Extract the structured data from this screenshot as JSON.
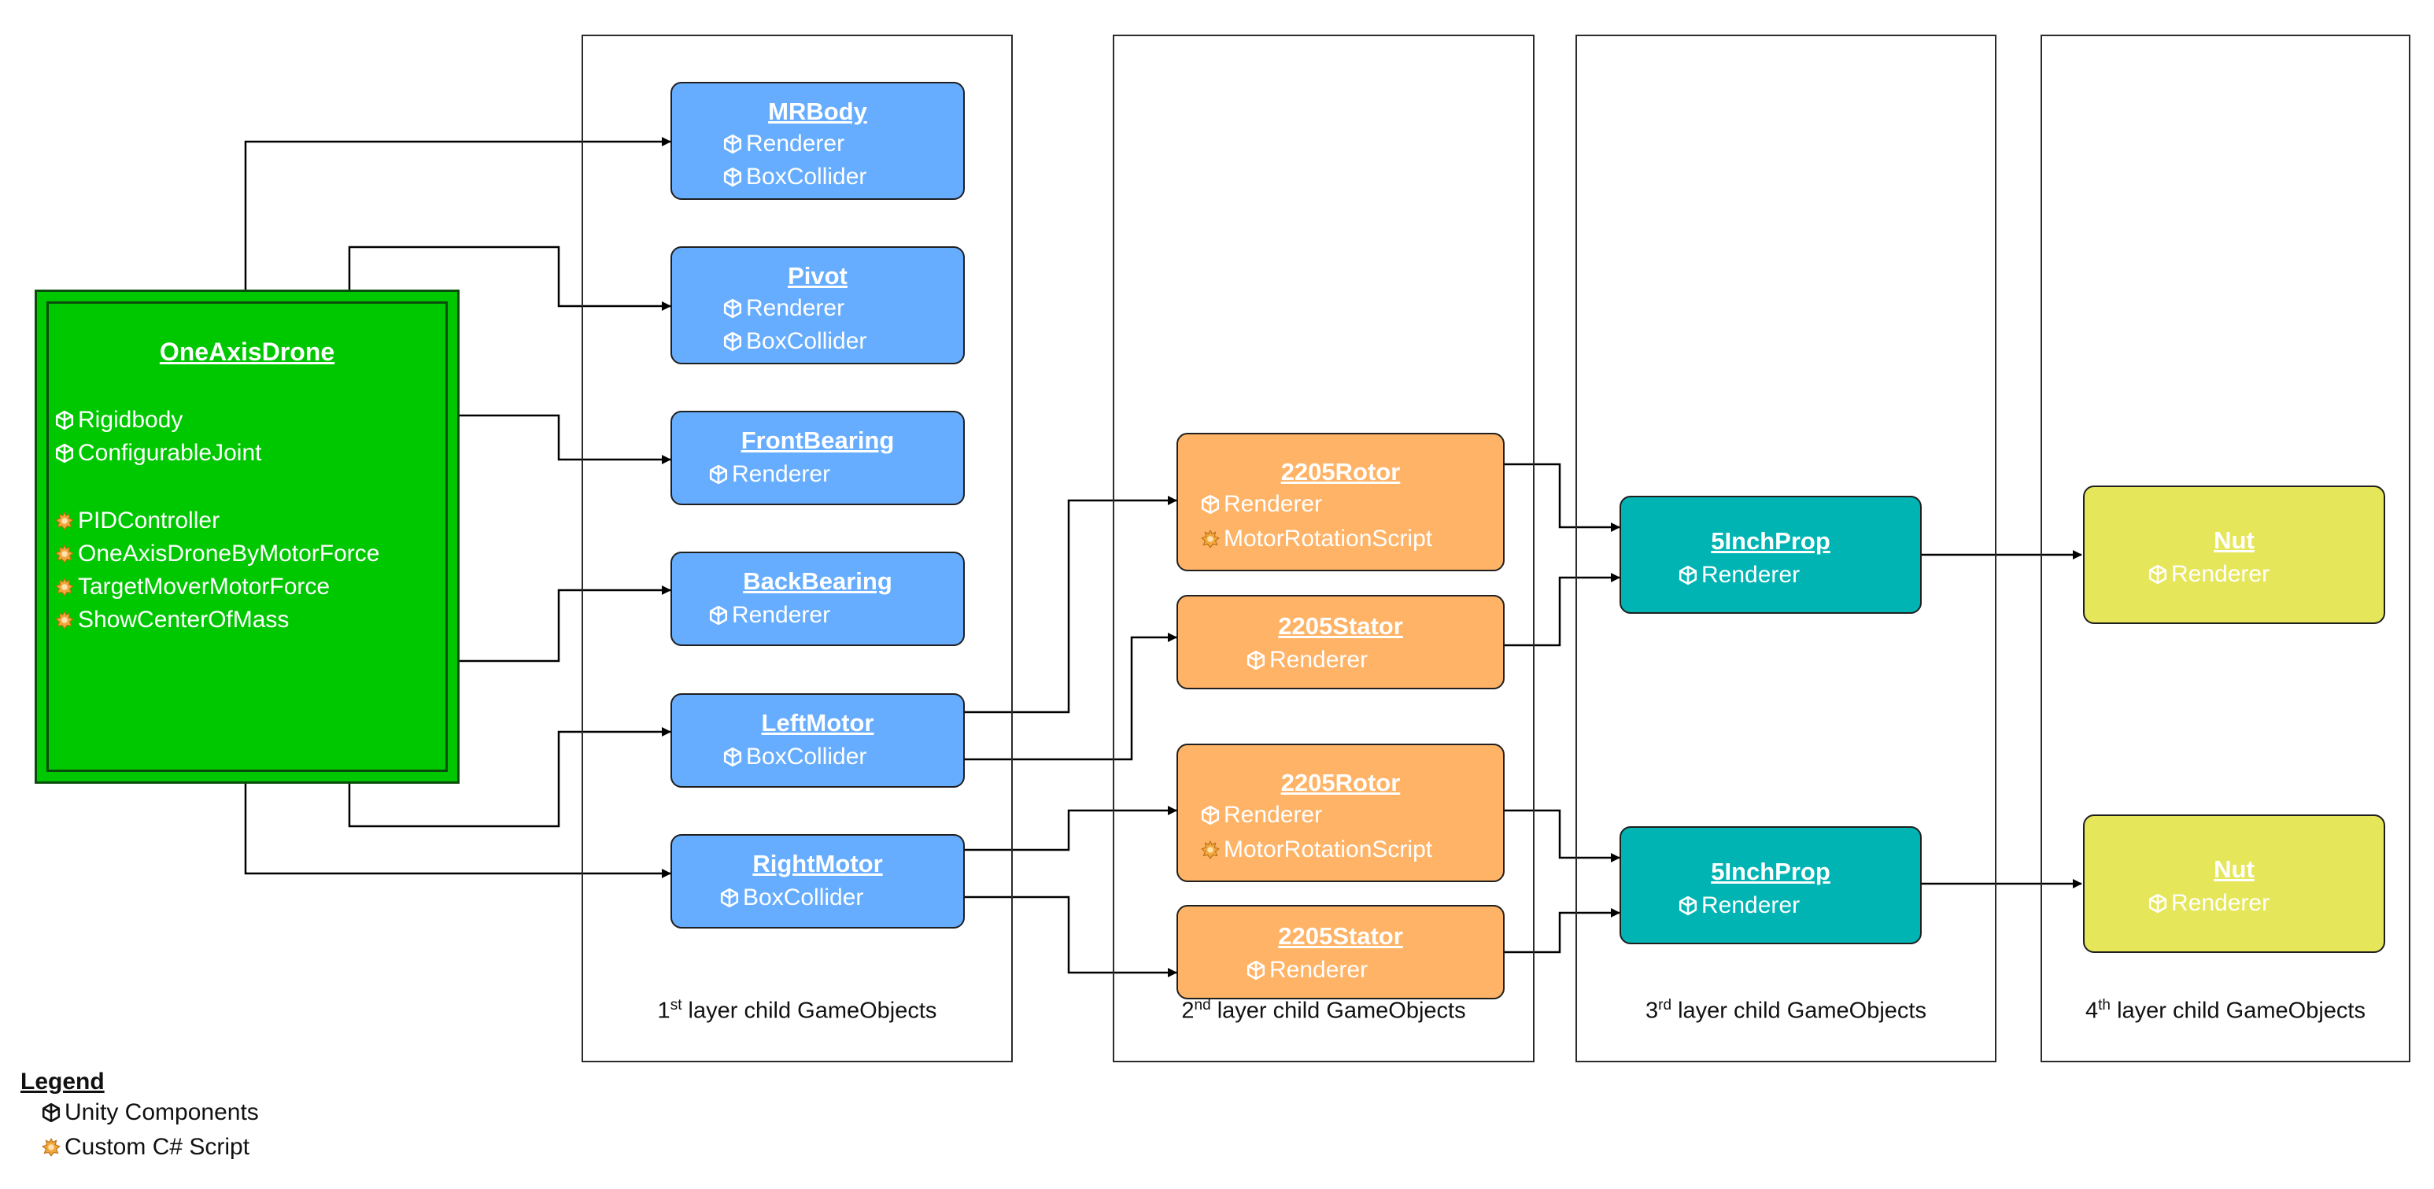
{
  "root": {
    "name": "OneAxisDrone",
    "components": [
      "Rigidbody",
      "ConfigurableJoint"
    ],
    "scripts": [
      "PIDController",
      "OneAxisDroneByMotorForce",
      "TargetMoverMotorForce",
      "ShowCenterOfMass"
    ]
  },
  "layers": [
    {
      "caption_pre": "1",
      "caption_sup": "st",
      "caption_post": " layer child GameObjects"
    },
    {
      "caption_pre": "2",
      "caption_sup": "nd",
      "caption_post": " layer child GameObjects"
    },
    {
      "caption_pre": "3",
      "caption_sup": "rd",
      "caption_post": " layer child GameObjects"
    },
    {
      "caption_pre": "4",
      "caption_sup": "th",
      "caption_post": " layer child GameObjects"
    }
  ],
  "layer1": [
    {
      "name": "MRBody",
      "items": [
        "Renderer",
        "BoxCollider"
      ]
    },
    {
      "name": "Pivot",
      "items": [
        "Renderer",
        "BoxCollider"
      ]
    },
    {
      "name": "FrontBearing",
      "items": [
        "Renderer"
      ]
    },
    {
      "name": "BackBearing",
      "items": [
        "Renderer"
      ]
    },
    {
      "name": "LeftMotor",
      "items": [
        "BoxCollider"
      ]
    },
    {
      "name": "RightMotor",
      "items": [
        "BoxCollider"
      ]
    }
  ],
  "layer2": [
    {
      "name": "2205Rotor",
      "items": [
        "Renderer",
        "MotorRotationScript"
      ]
    },
    {
      "name": "2205Stator",
      "items": [
        "Renderer"
      ]
    },
    {
      "name": "2205Rotor",
      "items": [
        "Renderer",
        "MotorRotationScript"
      ]
    },
    {
      "name": "2205Stator",
      "items": [
        "Renderer"
      ]
    }
  ],
  "layer3": [
    {
      "name": "5InchProp",
      "items": [
        "Renderer"
      ]
    },
    {
      "name": "5InchProp",
      "items": [
        "Renderer"
      ]
    }
  ],
  "layer4": [
    {
      "name": "Nut",
      "items": [
        "Renderer"
      ]
    },
    {
      "name": "Nut",
      "items": [
        "Renderer"
      ]
    }
  ],
  "legend": {
    "title": "Legend",
    "unity_component": "Unity Components",
    "custom_script": "Custom C# Script"
  },
  "colors": {
    "root": "#00c800",
    "layer1": "#66adff",
    "layer2": "#ffb366",
    "layer3": "#00b4b4",
    "layer4": "#e6e65a"
  },
  "icons": {
    "unity_component": "cube-icon",
    "custom_script": "script-icon"
  }
}
